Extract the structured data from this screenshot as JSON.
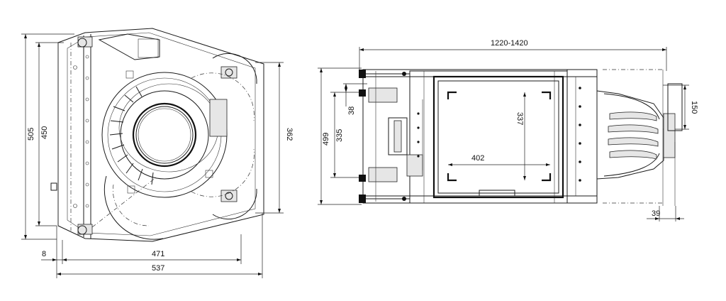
{
  "side_view": {
    "dimensions": {
      "height_overall": "505",
      "height_inner": "450",
      "height_right": "362",
      "offset_left": "8",
      "width_inner": "471",
      "width_overall": "537"
    }
  },
  "top_view": {
    "dimensions": {
      "width_range": "1220-1420",
      "depth_overall": "499",
      "depth_inner": "335",
      "depth_small": "38",
      "glass_height": "337",
      "glass_width": "402",
      "flue_diameter": "150",
      "flue_offset": "39"
    }
  }
}
